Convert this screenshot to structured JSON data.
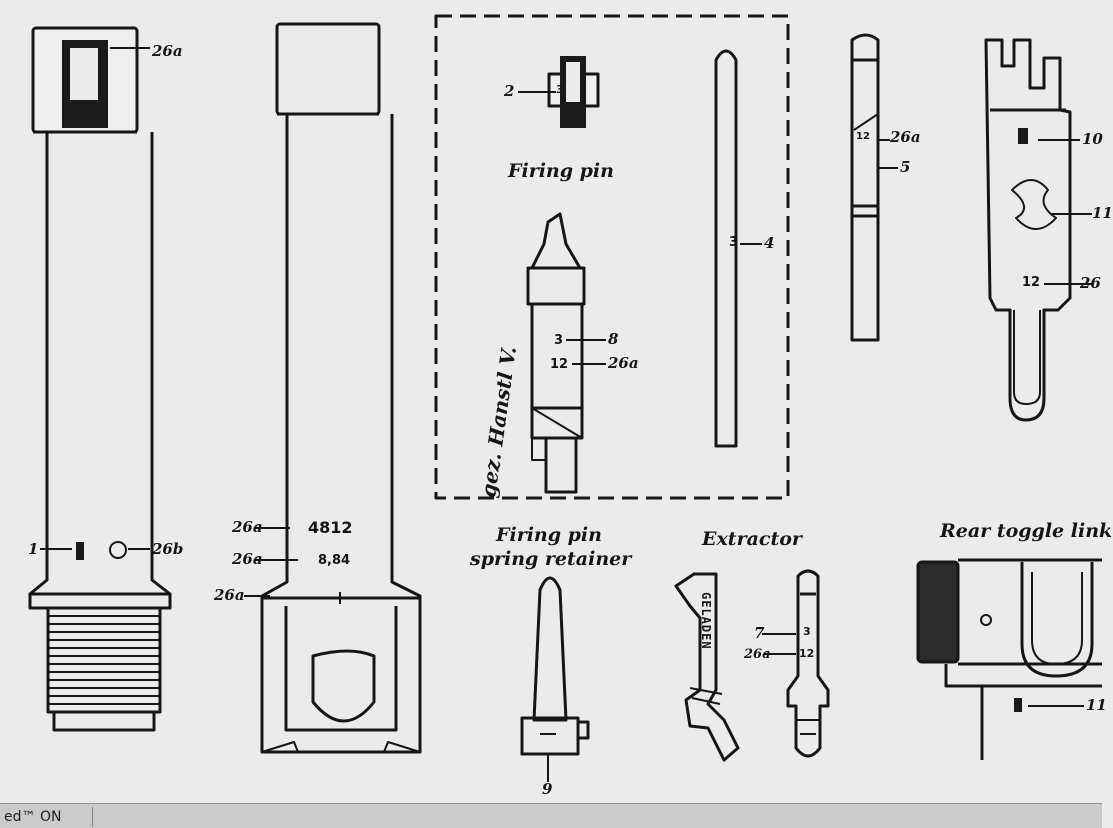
{
  "figure": {
    "titles": {
      "firing_pin": "Firing pin",
      "firing_pin_spring_retainer_1": "Firing pin",
      "firing_pin_spring_retainer_2": "spring retainer",
      "extractor": "Extractor",
      "rear_toggle_link": "Rear toggle link"
    },
    "callouts": {
      "barrel_top": "26a",
      "barrel_left": "1",
      "barrel_right": "26b",
      "receiver_serial_ref": "26a",
      "receiver_serial": "4812",
      "receiver_caliber_ref": "26a",
      "receiver_caliber": "8,84",
      "receiver_low_ref": "26a",
      "pin_head_ref": "2",
      "pin_head_digit": "3",
      "pin_body_a": "3",
      "pin_body_a_ref": "8",
      "pin_body_b": "12",
      "pin_body_b_ref": "26a",
      "rod_digit": "3",
      "rod_ref": "4",
      "strip_a": "12",
      "strip_a_ref": "26a",
      "strip_b_ref": "5",
      "toggle_top_ref": "10",
      "toggle_mid_ref": "11",
      "toggle_num": "12",
      "toggle_num_ref": "26",
      "retainer_ref": "9",
      "extractor_a_ref": "7",
      "extractor_a": "3",
      "extractor_b_ref": "26a",
      "extractor_b": "12",
      "rear_toggle_ref": "11"
    },
    "extractor_stamp": "GELADEN",
    "signature": "gez. Hanstl V."
  },
  "status": {
    "text": "ed™ ON"
  }
}
